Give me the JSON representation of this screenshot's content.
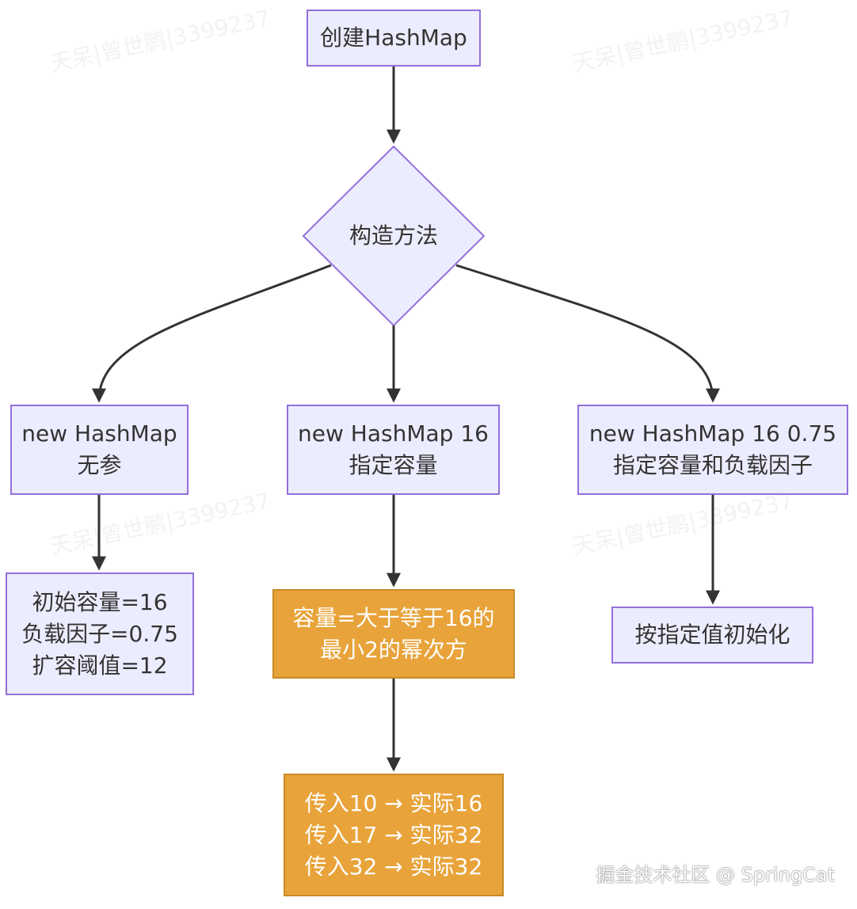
{
  "colors": {
    "node_fill": "#ececff",
    "node_border": "#9370db",
    "highlight_fill": "#e8a33a",
    "edge": "#333333",
    "text": "#333333"
  },
  "nodes": {
    "create": {
      "label": "创建HashMap"
    },
    "constructor": {
      "label": "构造方法"
    },
    "no_arg": {
      "line1": "new HashMap",
      "line2": "无参"
    },
    "capacity": {
      "line1": "new HashMap 16",
      "line2": "指定容量"
    },
    "capacity_load": {
      "line1": "new HashMap 16 0.75",
      "line2": "指定容量和负载因子"
    },
    "defaults": {
      "line1": "初始容量=16",
      "line2": "负载因子=0.75",
      "line3": "扩容阈值=12"
    },
    "power_of_two": {
      "line1": "容量=大于等于16的",
      "line2": "最小2的幂次方"
    },
    "examples": {
      "line1": "传入10 → 实际16",
      "line2": "传入17 → 实际32",
      "line3": "传入32 → 实际32"
    },
    "init_specified": {
      "label": "按指定值初始化"
    }
  },
  "edges": [
    {
      "from": "create",
      "to": "constructor"
    },
    {
      "from": "constructor",
      "to": "no_arg"
    },
    {
      "from": "constructor",
      "to": "capacity"
    },
    {
      "from": "constructor",
      "to": "capacity_load"
    },
    {
      "from": "no_arg",
      "to": "defaults"
    },
    {
      "from": "capacity",
      "to": "power_of_two"
    },
    {
      "from": "power_of_two",
      "to": "examples"
    },
    {
      "from": "capacity_load",
      "to": "init_specified"
    }
  ],
  "watermark": {
    "text": "天呆|曾世鹏|3399237"
  },
  "credit": {
    "text": "掘金技术社区 @ SpringCat"
  }
}
